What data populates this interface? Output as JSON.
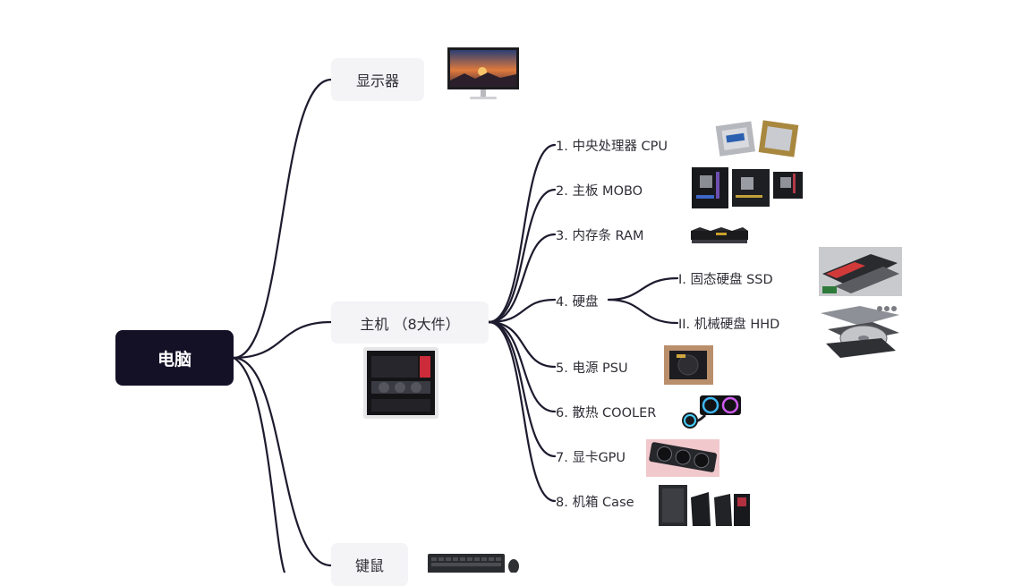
{
  "mindmap": {
    "root": {
      "label": "电脑"
    },
    "branches": [
      {
        "id": "display",
        "label": "显示器",
        "image_icon": "monitor-icon"
      },
      {
        "id": "host",
        "label": "主机 （8大件）",
        "image_icon": "pc-case-icon"
      },
      {
        "id": "peripherals",
        "label": "键鼠",
        "image_icon": "keyboard-mouse-icon"
      }
    ],
    "components": [
      {
        "label": "1. 中央处理器 CPU",
        "image_icon": "cpu-icon"
      },
      {
        "label": "2. 主板 MOBO",
        "image_icon": "motherboard-icon"
      },
      {
        "label": "3. 内存条 RAM",
        "image_icon": "ram-icon"
      },
      {
        "label": "4. 硬盘",
        "image_icon": "storage-icon"
      },
      {
        "label": "5. 电源 PSU",
        "image_icon": "psu-icon"
      },
      {
        "label": "6. 散热 COOLER",
        "image_icon": "cooler-icon"
      },
      {
        "label": "7. 显卡GPU",
        "image_icon": "gpu-icon"
      },
      {
        "label": "8. 机箱 Case",
        "image_icon": "case-icon"
      }
    ],
    "storage_types": [
      {
        "label": "I. 固态硬盘 SSD",
        "image_icon": "ssd-icon"
      },
      {
        "label": "II. 机械硬盘 HHD",
        "image_icon": "hdd-icon"
      }
    ]
  },
  "colors": {
    "root_fill": "#141127",
    "root_text": "#ffffff",
    "branch_fill": "#f4f3f6",
    "connector": "#1d1b2e",
    "background": "#ffffff"
  }
}
